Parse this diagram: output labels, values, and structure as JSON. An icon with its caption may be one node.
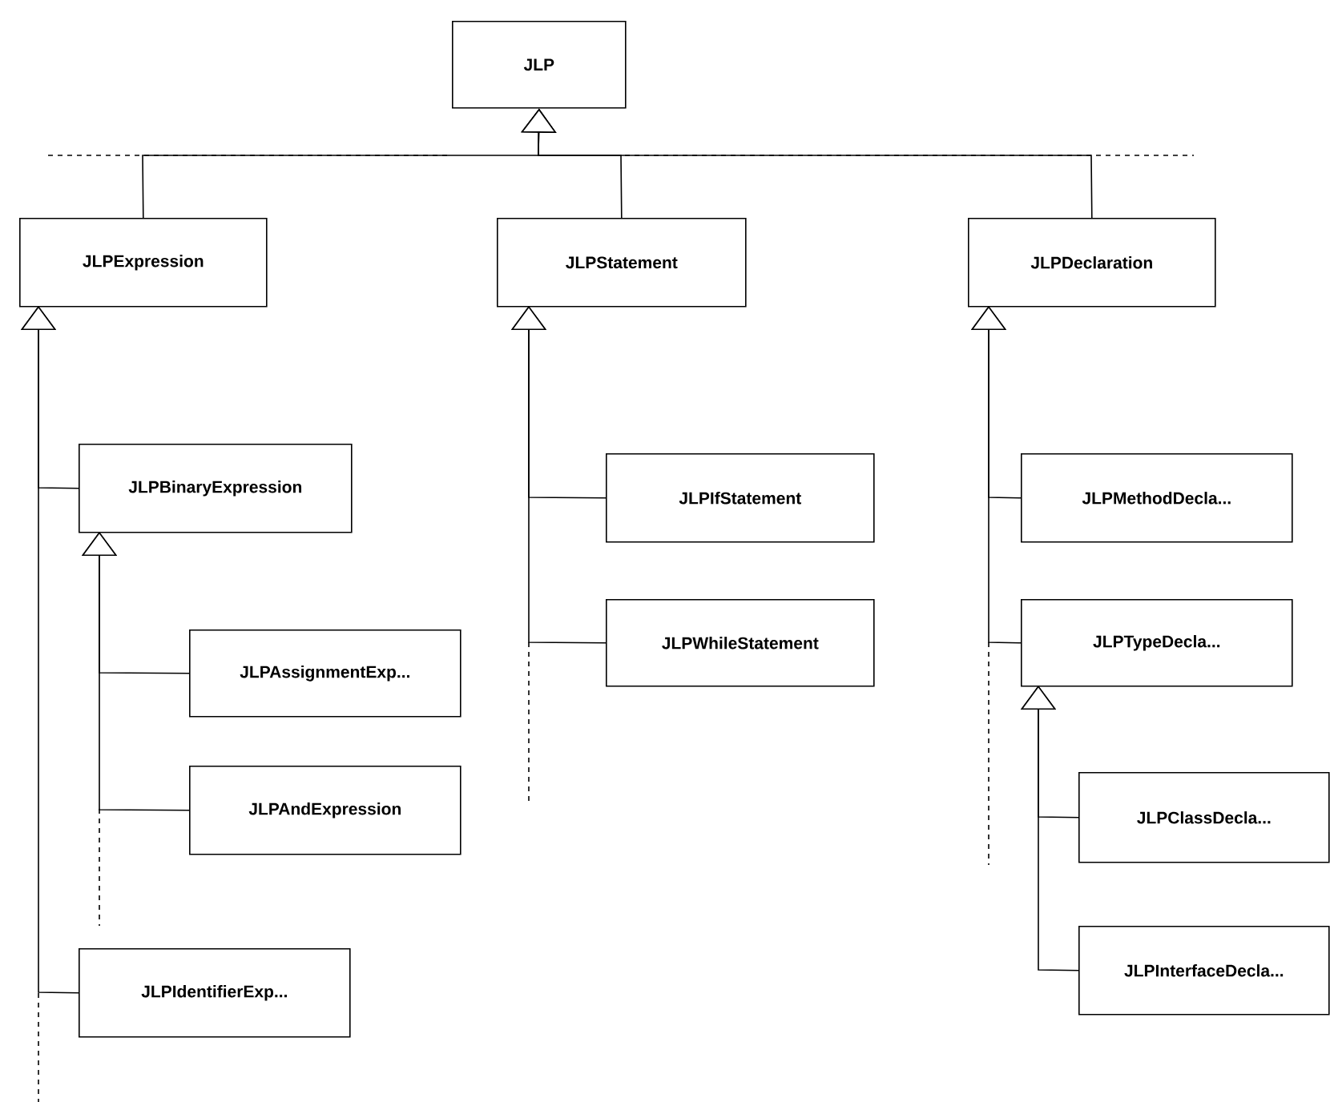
{
  "diagram": {
    "nodes": [
      {
        "text": [
          "JLP"
        ]
      },
      {
        "text": [
          "JLPExpression"
        ]
      },
      {
        "text": [
          "JLPStatement"
        ]
      },
      {
        "text": [
          "JLPDeclaration"
        ]
      },
      {
        "text": [
          "JLPBinaryExpression"
        ]
      },
      {
        "text": [
          "JLPAssignmentExp..."
        ]
      },
      {
        "text": [
          "JLPAndExpression"
        ]
      },
      {
        "text": [
          "JLPIdentifierExp..."
        ]
      },
      {
        "text": [
          "JLPIfStatement"
        ]
      },
      {
        "text": [
          "JLPWhileStatement"
        ]
      },
      {
        "text": [
          "JLPMethodDecla..."
        ]
      },
      {
        "text": [
          "JLPTypeDecla..."
        ]
      },
      {
        "text": [
          "JLPClassDecla..."
        ]
      },
      {
        "text": [
          "JLPInterfaceDecla..."
        ]
      }
    ],
    "edges": [
      {
        "from": 1,
        "to": 0,
        "arrow": "to"
      },
      {
        "from": 2,
        "to": 0,
        "arrow": "to"
      },
      {
        "from": 3,
        "to": 0,
        "arrow": "to"
      },
      {
        "from": 4,
        "to": 1,
        "arrow": "to"
      },
      {
        "from": 5,
        "to": 4,
        "arrow": "to"
      },
      {
        "from": 6,
        "to": 4,
        "arrow": "to"
      },
      {
        "from": 7,
        "to": 1,
        "arrow": "to"
      },
      {
        "from": 8,
        "to": 2,
        "arrow": "to"
      },
      {
        "from": 9,
        "to": 2,
        "arrow": "to"
      },
      {
        "from": 10,
        "to": 3,
        "arrow": "to"
      },
      {
        "from": 11,
        "to": 3,
        "arrow": "to"
      },
      {
        "from": 12,
        "to": 11,
        "arrow": "to"
      },
      {
        "from": 13,
        "to": 11,
        "arrow": "to"
      }
    ]
  }
}
